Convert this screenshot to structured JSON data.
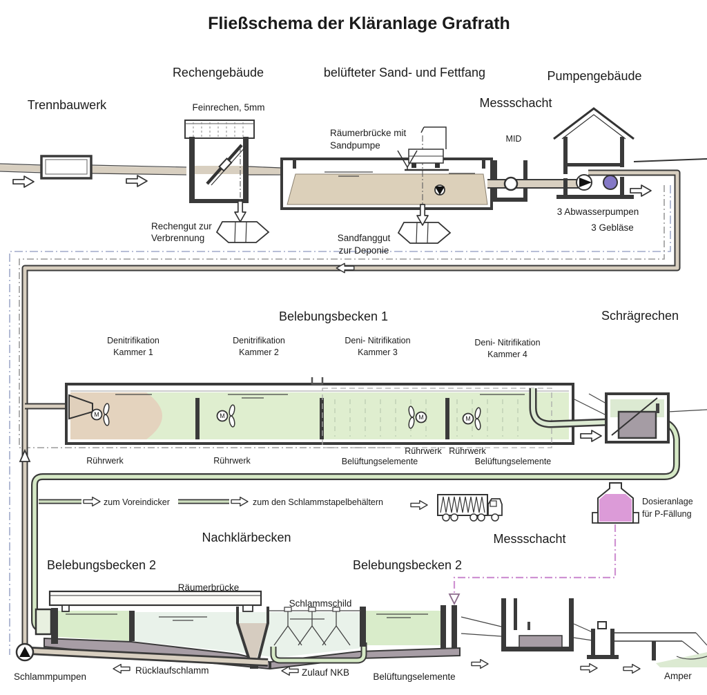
{
  "title": "Fließschema der Kläranlage Grafrath",
  "top": {
    "trennbauwerk": "Trennbauwerk",
    "rechengebaeude": "Rechengebäude",
    "feinrechen": "Feinrechen, 5mm",
    "sand_fettfang": "belüfteter Sand- und Fettfang",
    "raeumerbruecke_line1": "Räumerbrücke mit",
    "raeumerbruecke_line2": "Sandpumpe",
    "messschacht": "Messschacht",
    "mid": "MID",
    "pumpengebaeude": "Pumpengebäude",
    "rechengut_line1": "Rechengut zur",
    "rechengut_line2": "Verbrennung",
    "sandfanggut_line1": "Sandfanggut",
    "sandfanggut_line2": "zur Deponie",
    "abwasserpumpen": "3 Abwasserpumpen",
    "geblaese": "3 Gebläse"
  },
  "middle": {
    "belebungsbecken1": "Belebungsbecken 1",
    "schraegrechen": "Schrägrechen",
    "mixer_m": "M",
    "chambers": [
      {
        "line1": "Denitrifikation",
        "line2": "Kammer 1"
      },
      {
        "line1": "Denitrifikation",
        "line2": "Kammer 2"
      },
      {
        "line1": "Deni- Nitrifikation",
        "line2": "Kammer 3"
      },
      {
        "line1": "Deni- Nitrifikation",
        "line2": "Kammer 4"
      }
    ],
    "ruehrwerk": "Rührwerk",
    "belueftungselemente": "Belüftungselemente"
  },
  "sludge": {
    "zum_voreindicker": "zum Voreindicker",
    "zum_schlammstapel": "zum den Schlammstapelbehältern"
  },
  "dosing": {
    "line1": "Dosieranlage",
    "line2": "für P-Fällung"
  },
  "bottom": {
    "nachklaerbecken": "Nachklärbecken",
    "messschacht": "Messschacht",
    "belebungsbecken2_left": "Belebungsbecken 2",
    "belebungsbecken2_right": "Belebungsbecken 2",
    "raeumerbruecke": "Räumerbrücke",
    "schlammschild": "Schlammschild",
    "schlammpumpen": "Schlammpumpen",
    "ruecklaufschlamm": "Rücklaufschlamm",
    "zulauf_nkb": "Zulauf NKB",
    "belueftungselemente": "Belüftungselemente",
    "amper": "Amper"
  },
  "colors": {
    "water_green": "#dfeecf",
    "water_pale": "#e9f2ea",
    "sand": "#dcd0ba",
    "pipe_tan": "#d8cfc0",
    "pipe_green": "#d6e9c6",
    "wall": "#3a3a3a",
    "floor": "#a79da5",
    "dosing_pink": "#dc9bd8",
    "blower_purple": "#8478c6"
  }
}
